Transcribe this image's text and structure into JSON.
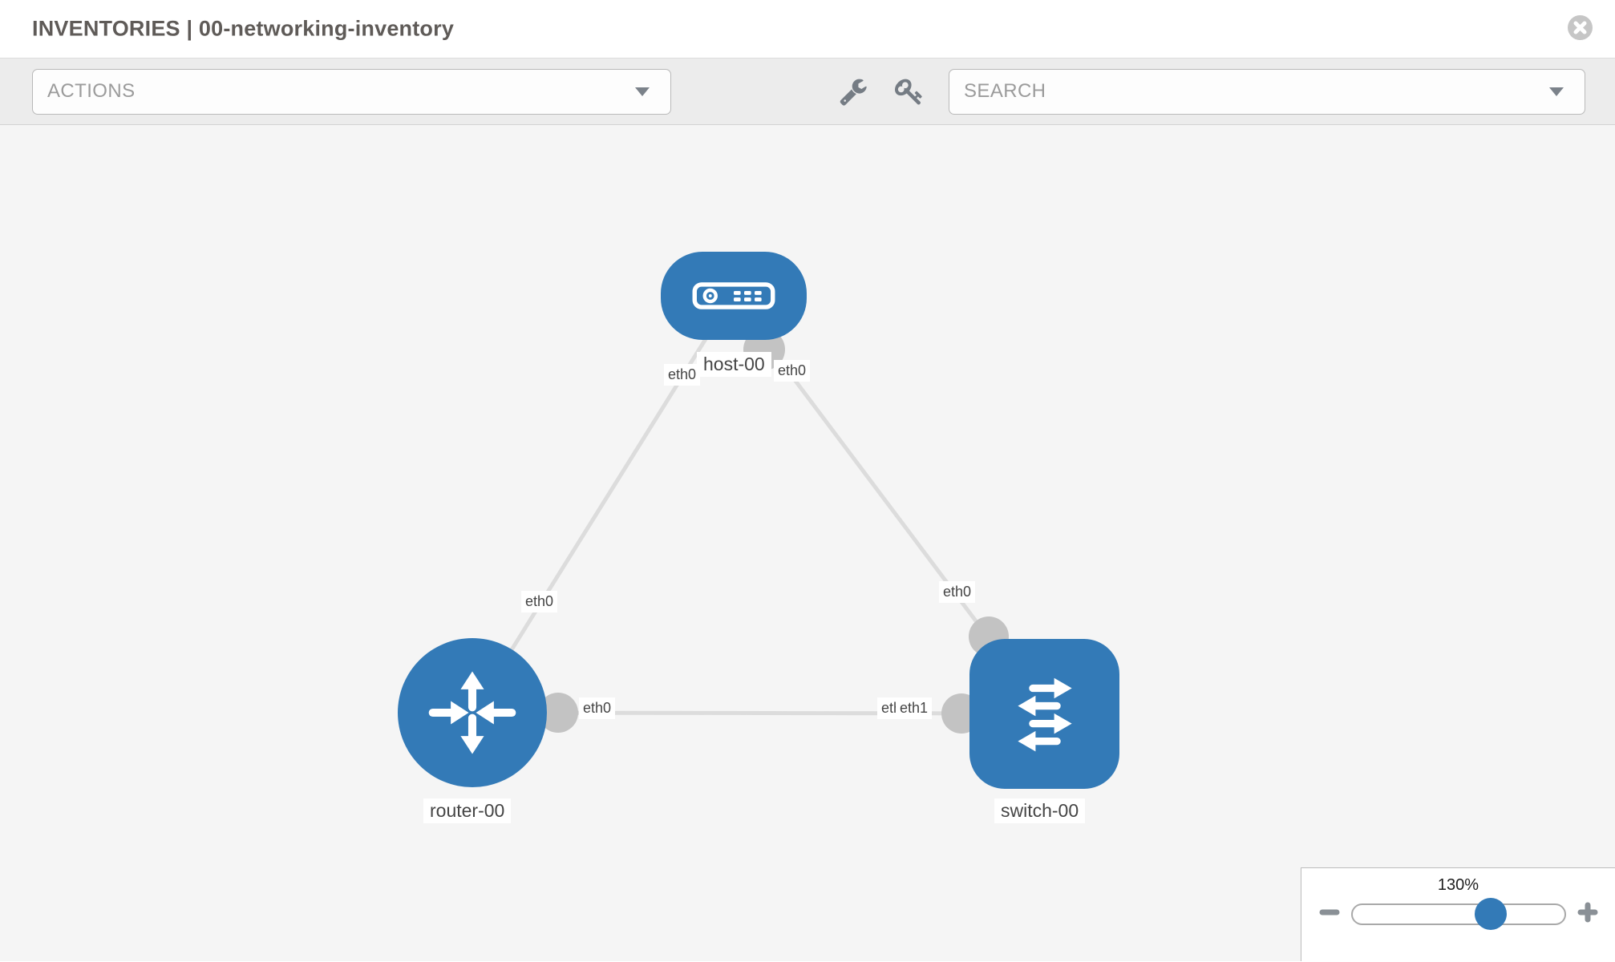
{
  "header": {
    "title": "INVENTORIES | 00-networking-inventory"
  },
  "toolbar": {
    "actions_label": "ACTIONS",
    "search_placeholder": "SEARCH"
  },
  "icons": {
    "close": "close-icon",
    "wrench": "wrench-icon",
    "key": "key-icon",
    "caret": "caret-down-icon",
    "zoom_out": "minus-icon",
    "zoom_in": "plus-icon"
  },
  "topology": {
    "nodes": [
      {
        "name": "host-00",
        "type": "host"
      },
      {
        "name": "router-00",
        "type": "router"
      },
      {
        "name": "switch-00",
        "type": "switch"
      }
    ],
    "links": [
      {
        "from": "host-00",
        "from_interface": "eth0",
        "to": "router-00",
        "to_interface": "eth0"
      },
      {
        "from": "host-00",
        "from_interface": "eth0",
        "to": "switch-00",
        "to_interface": "eth0"
      },
      {
        "from": "router-00",
        "from_interface": "eth0",
        "to": "switch-00",
        "to_interface": "eth1"
      }
    ],
    "labels": {
      "host_name": "host-00",
      "router_name": "router-00",
      "switch_name": "switch-00",
      "host_eth_left": "eth0",
      "host_eth_right": "eth0",
      "link_host_router_eth": "eth0",
      "link_host_switch_eth": "eth0",
      "router_eth_right": "eth0",
      "switch_eth_back": "eth0",
      "switch_eth_front": "eth1"
    }
  },
  "zoom_control": {
    "level": "130%"
  },
  "colors": {
    "node_blue": "#337ab7",
    "link_gray": "#dcdcdc",
    "interface_gray": "#c3c3c3",
    "canvas_bg": "#f5f5f5",
    "toolbar_bg": "#ececec"
  }
}
